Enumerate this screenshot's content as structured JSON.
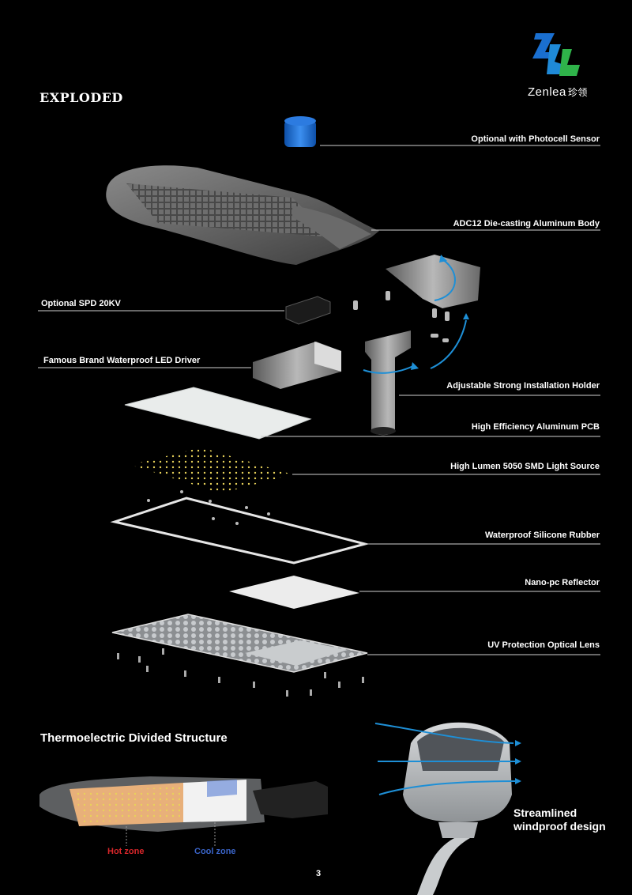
{
  "header": {
    "title": "EXPLODED",
    "brand": "Zenlea",
    "brand_cn": "珍领"
  },
  "parts": {
    "photocell": "Optional with Photocell Sensor",
    "body": "ADC12 Die-casting Aluminum Body",
    "spd": "Optional SPD 20KV",
    "driver": "Famous Brand Waterproof LED Driver",
    "holder": "Adjustable  Strong Installation Holder",
    "pcb": "High Efficiency Aluminum PCB",
    "light_source": "High Lumen 5050 SMD Light Source",
    "rubber": "Waterproof Silicone Rubber",
    "reflector": "Nano-pc Reflector",
    "lens": "UV Protection Optical Lens"
  },
  "thermo": {
    "title": "Thermoelectric Divided Structure",
    "hot": "Hot zone",
    "cool": "Cool zone"
  },
  "wind": {
    "line1": "Streamlined",
    "line2": "windproof design"
  },
  "page_number": "3",
  "colors": {
    "background": "#000000",
    "hot": "#d8262a",
    "cool": "#3a64c8",
    "arrow": "#1e8fd6",
    "logo_blue": "#1a6fd0",
    "logo_green": "#2fb34a"
  }
}
